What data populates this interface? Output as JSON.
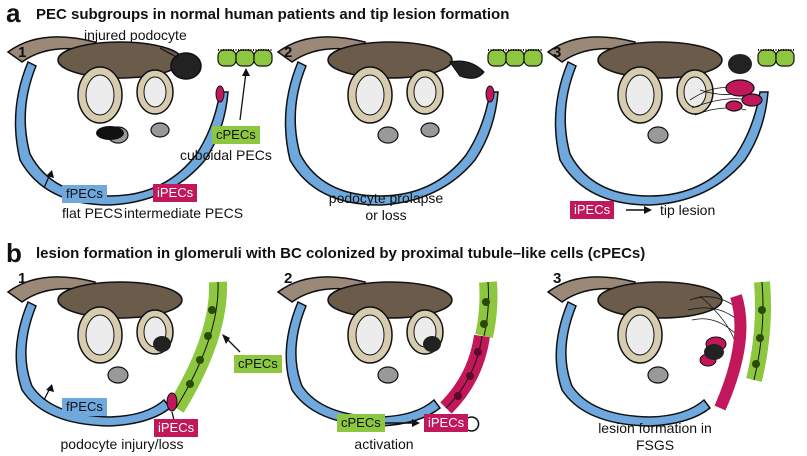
{
  "panel_a": {
    "letter": "a",
    "title": "PEC subgroups in normal human patients and tip lesion formation",
    "steps": [
      "1",
      "2",
      "3"
    ],
    "labels": {
      "injured_podocyte": "injured podocyte",
      "cpecs_tag": "cPECs",
      "cpecs_desc": "cuboidal PECs",
      "fpecs_tag": "fPECs",
      "fpecs_desc": "flat PECS",
      "ipecs_tag": "iPECs",
      "ipecs_desc": "intermediate PECS"
    },
    "caption_2_line1": "podocyte prolapse",
    "caption_2_line2": "or loss",
    "caption_3_tag": "iPECs",
    "caption_3_text": "tip lesion"
  },
  "panel_b": {
    "letter": "b",
    "title": "lesion formation in glomeruli with BC colonized by proximal tubule–like cells (cPECs)",
    "steps": [
      "1",
      "2",
      "3"
    ],
    "labels": {
      "cpecs_tag": "cPECs",
      "fpecs_tag": "fPECs",
      "ipecs_tag": "iPECs"
    },
    "caption_1": "podocyte injury/loss",
    "activation_from": "cPECs",
    "activation_to": "iPECs",
    "caption_2": "activation",
    "caption_3_line1": "lesion formation in",
    "caption_3_line2": "FSGS"
  },
  "colors": {
    "fpec_blue": "#6fa8dc",
    "cpec_green": "#8dc63f",
    "ipec_magenta": "#c2185b",
    "podocyte_brown": "#6b5b4b",
    "arteriole_tan": "#9a8878",
    "capillary_beige": "#d8ccb0",
    "lesion_dark": "#222222"
  }
}
